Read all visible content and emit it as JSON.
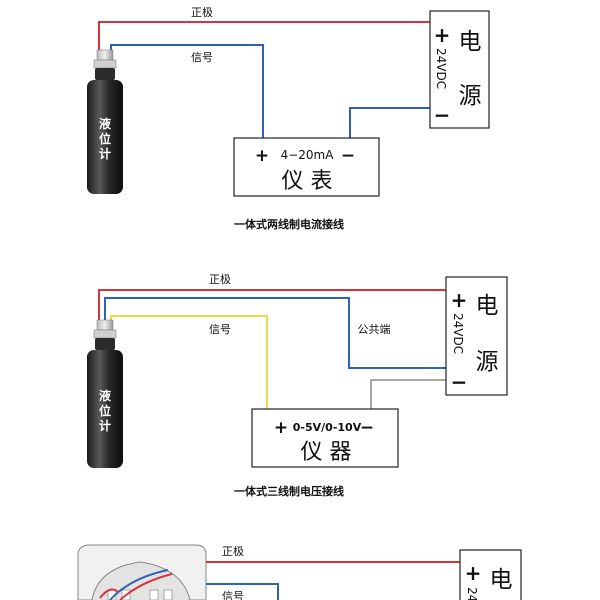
{
  "diagram1": {
    "wire_positive": "正极",
    "wire_signal": "信号",
    "sensor": [
      "液",
      "位",
      "计"
    ],
    "psu_plus": "+",
    "psu_minus": "−",
    "psu_title_1": "电",
    "psu_title_2": "源",
    "psu_voltage": "24VDC",
    "meter_plus": "+",
    "meter_range": "4−20mA",
    "meter_minus": "−",
    "meter_label": "仪 表",
    "caption": "一体式两线制电流接线"
  },
  "diagram2": {
    "wire_positive": "正极",
    "wire_signal": "信号",
    "wire_common": "公共端",
    "sensor": [
      "液",
      "位",
      "计"
    ],
    "psu_plus": "+",
    "psu_minus": "−",
    "psu_title_1": "电",
    "psu_title_2": "源",
    "psu_voltage": "24VDC",
    "meter_plus": "+",
    "meter_range": "0-5V/0-10V",
    "meter_minus": "−",
    "meter_label": "仪 器",
    "caption": "一体式三线制电压接线"
  },
  "diagram3": {
    "wire_positive": "正极",
    "wire_signal": "信号",
    "psu_plus": "+",
    "psu_title_1": "电",
    "psu_voltage": "24"
  },
  "colors": {
    "red_wire": "#d9333b",
    "blue_wire": "#2f62b3",
    "yellow_wire": "#f0d84a",
    "gray_wire": "#8a8a8a",
    "box_border": "#222222"
  }
}
